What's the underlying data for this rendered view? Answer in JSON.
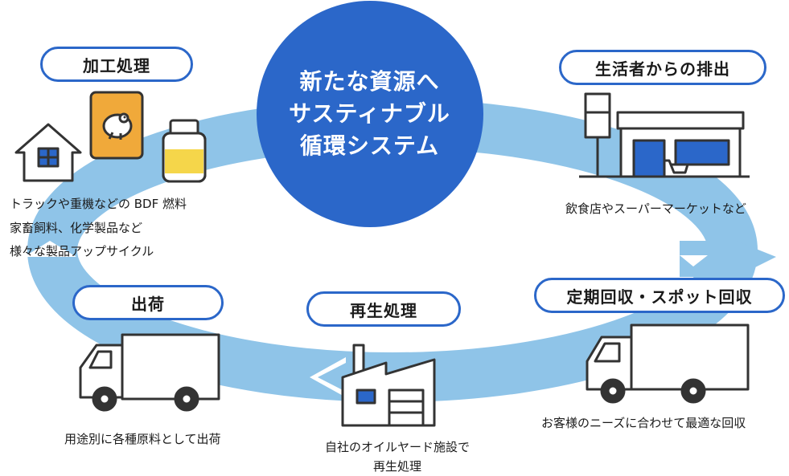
{
  "center": {
    "line1": "新たな資源へ",
    "line2": "サスティナブル",
    "line3": "循環システム"
  },
  "stages": {
    "processing": {
      "label": "加工処理",
      "captions": [
        "トラックや重機などの BDF 燃料",
        "家畜飼料、化学製品など",
        "様々な製品アップサイクル"
      ]
    },
    "discharge": {
      "label": "生活者からの排出",
      "caption": "飲食店やスーパーマーケットなど"
    },
    "collection": {
      "label": "定期回収・スポット回収",
      "caption": "お客様のニーズに合わせて最適な回収"
    },
    "regeneration": {
      "label": "再生処理",
      "caption_line1": "自社のオイルヤード施設で",
      "caption_line2": "再生処理"
    },
    "shipping": {
      "label": "出荷",
      "caption": "用途別に各種原料として出荷"
    }
  },
  "colors": {
    "ring": "#8fc4e8",
    "circle": "#2b67c9",
    "pill_border": "#2b67c9",
    "line": "#333333",
    "bag": "#f0a93a",
    "window": "#2b67c9"
  },
  "icons": [
    "house-icon",
    "feed-bag-icon",
    "oil-bottle-icon",
    "store-icon",
    "truck-icon",
    "factory-icon"
  ]
}
